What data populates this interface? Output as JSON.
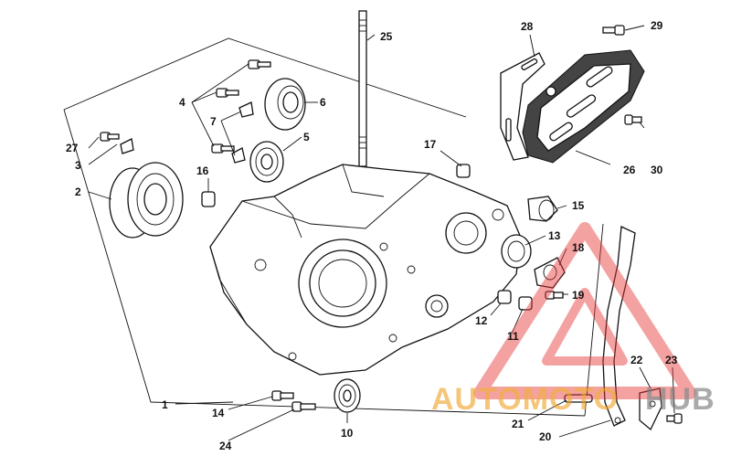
{
  "watermark": {
    "part1": "AUTOMOTO",
    "part2": "HUB",
    "color_red": "#e53935",
    "color_orange": "#f0a020",
    "color_gray": "#7a7a7a"
  },
  "callouts": {
    "c1": "1",
    "c2": "2",
    "c3": "3",
    "c4": "4",
    "c5": "5",
    "c6": "6",
    "c7": "7",
    "c10": "10",
    "c11": "11",
    "c12": "12",
    "c13": "13",
    "c14": "14",
    "c15": "15",
    "c16": "16",
    "c17": "17",
    "c18": "18",
    "c19": "19",
    "c20": "20",
    "c21": "21",
    "c22": "22",
    "c23": "23",
    "c24": "24",
    "c25": "25",
    "c26": "26",
    "c27": "27",
    "c28": "28",
    "c29": "29",
    "c30": "30"
  }
}
